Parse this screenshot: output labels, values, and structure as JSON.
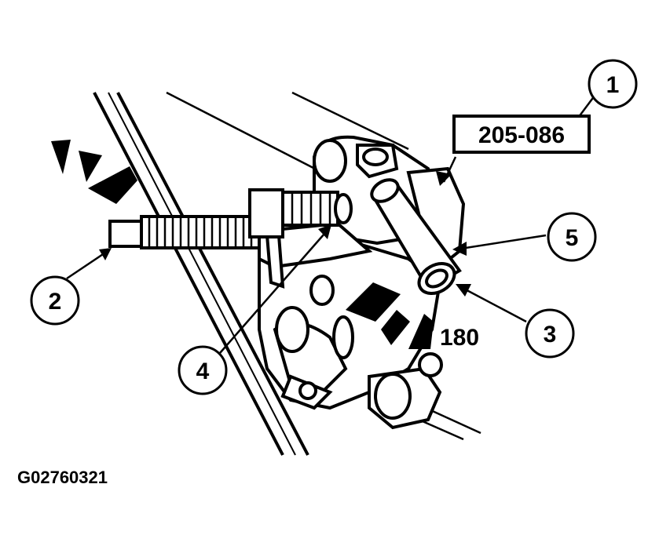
{
  "diagram": {
    "tool_number": "205-086",
    "rotation_label": "180",
    "figure_id": "G02760321",
    "callouts": [
      {
        "id": "callout-1",
        "label": "1"
      },
      {
        "id": "callout-2",
        "label": "2"
      },
      {
        "id": "callout-3",
        "label": "3"
      },
      {
        "id": "callout-4",
        "label": "4"
      },
      {
        "id": "callout-5",
        "label": "5"
      }
    ]
  }
}
